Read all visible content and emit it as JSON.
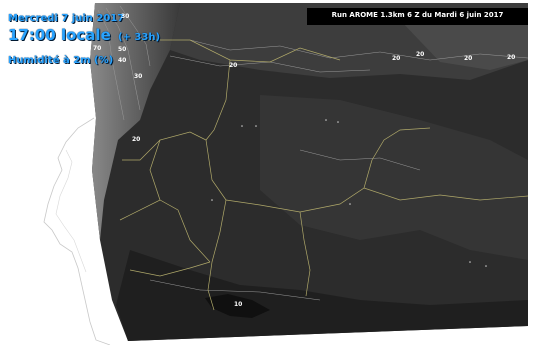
{
  "header": {
    "date": "Mercredi 7 juin 2017",
    "time": "17:00 locale",
    "time_offset": "(+ 33h)",
    "variable": "Humidité à 2m (%)"
  },
  "run_info": "Run AROME 1.3km 6 Z du Mardi 6 juin 2017",
  "contour_labels": [
    "20",
    "20",
    "20",
    "20",
    "20",
    "20",
    "30",
    "30",
    "40",
    "50",
    "70",
    "10"
  ],
  "colors": {
    "header_text": "#29a3ff",
    "run_box": "#000000",
    "field_dark": "#262626",
    "field_mid": "#3a3a3a",
    "field_light": "#6e6e6e",
    "borders": "#b0a96a",
    "coastline": "#c8c8c8"
  }
}
